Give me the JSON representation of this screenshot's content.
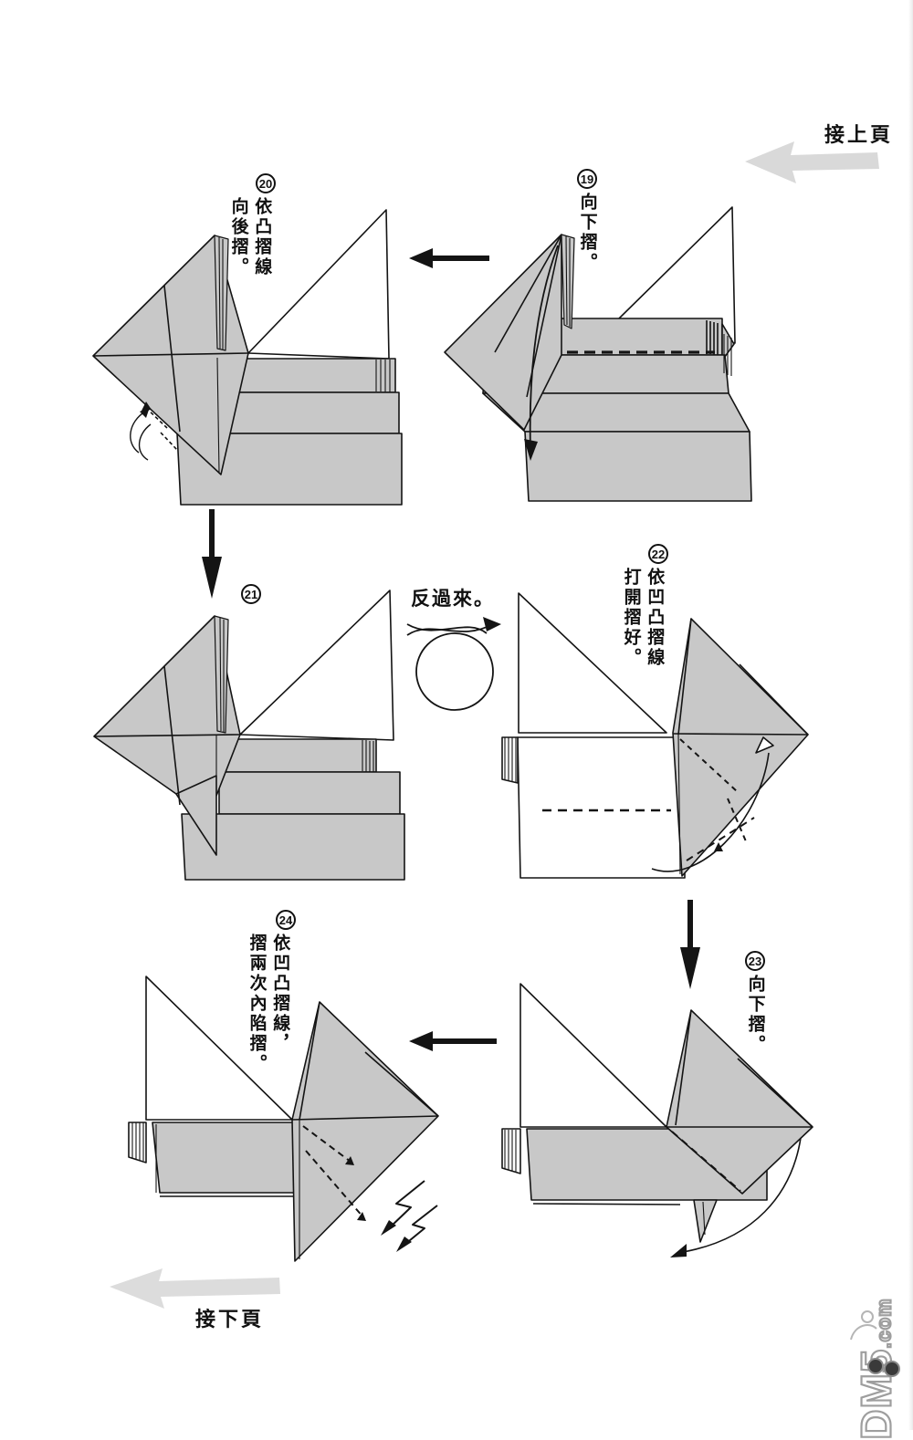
{
  "page": {
    "prev_page_label": "接上頁",
    "next_page_label": "接下頁",
    "turn_over_label": "反過來。",
    "watermark_main": "DM5",
    "watermark_suffix": ".com"
  },
  "steps": {
    "s19": {
      "number": "19",
      "lines": [
        "向下摺。"
      ]
    },
    "s20": {
      "number": "20",
      "lines": [
        "依凸摺線",
        "向後摺。"
      ]
    },
    "s21": {
      "number": "21",
      "lines": []
    },
    "s22": {
      "number": "22",
      "lines": [
        "依凹凸摺線",
        "打開摺好。"
      ]
    },
    "s23": {
      "number": "23",
      "lines": [
        "向下摺。"
      ]
    },
    "s24": {
      "number": "24",
      "lines": [
        "依凹凸摺線，",
        "摺兩次內陷摺。"
      ]
    }
  },
  "colors": {
    "paper_gray": "#c8c8c8",
    "line": "#141414",
    "soft_arrow_gray": "#d9d9d9",
    "watermark_gray": "#9e9e9e"
  }
}
